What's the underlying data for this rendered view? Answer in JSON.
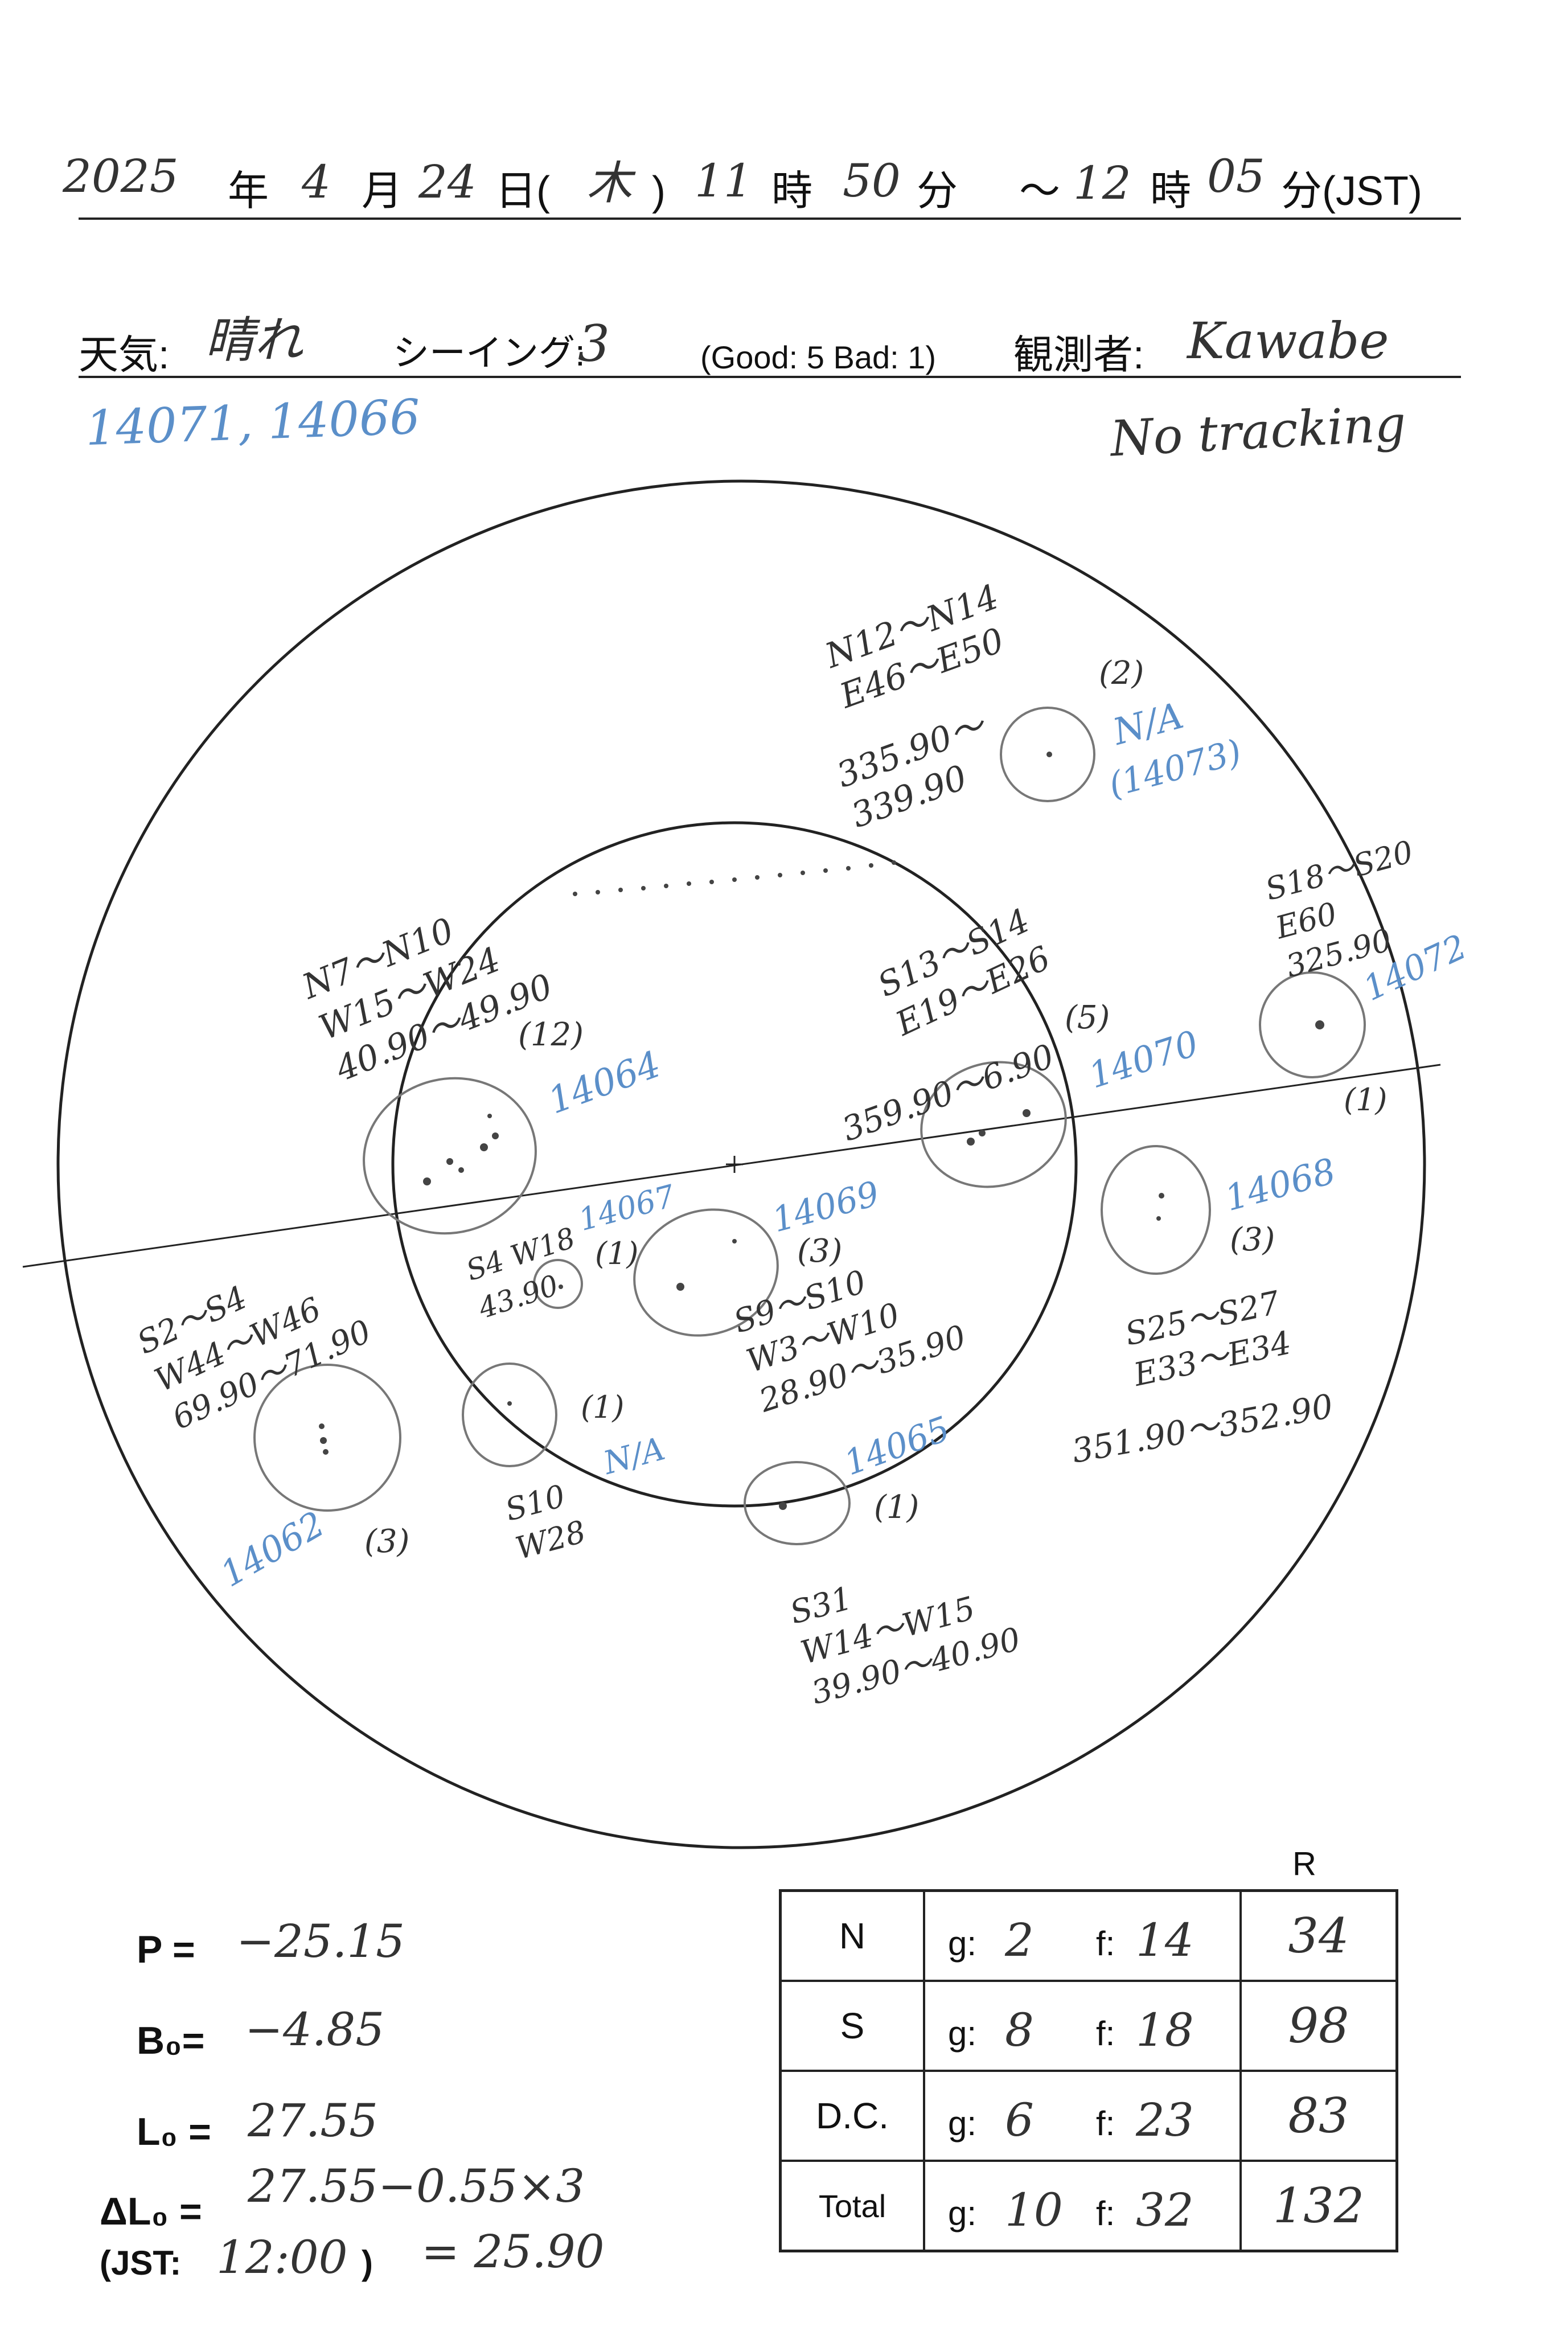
{
  "header": {
    "year": "2025",
    "year_unit": "年",
    "month": "4",
    "month_unit": "月",
    "day": "24",
    "day_unit": "日(",
    "weekday": "木",
    "paren_close": ")",
    "start_hour": "11",
    "hour_unit": "時",
    "start_min": "50",
    "min_unit": "分",
    "tilde": "～",
    "end_hour": "12",
    "end_hour_unit": "時",
    "end_min": "05",
    "end_suffix": "分(JST)"
  },
  "conditions": {
    "weather_label": "天気:",
    "weather_value": "晴れ",
    "seeing_label": "シーイング:",
    "seeing_value": "3",
    "scale_note": "(Good: 5  Bad: 1)",
    "observer_label": "観測者:",
    "observer_value": "Kawabe",
    "extra_regions": "14071, 14066",
    "tracking_note": "No tracking"
  },
  "groups": [
    {
      "lines": [
        "N12～N14",
        "E46～E50",
        "335.90～",
        "339.90"
      ],
      "count": "(2)",
      "region": "N/A",
      "region2": "(14073)"
    },
    {
      "lines": [
        "S18～S20",
        "E60",
        "325.90"
      ],
      "count": "(1)",
      "region": "14072"
    },
    {
      "lines": [
        "N7～N10",
        "W15～W24",
        "40.90～49.90"
      ],
      "count": "(12)",
      "region": "14064"
    },
    {
      "lines": [
        "S13～S14",
        "E19～E26",
        "359.90～6.90"
      ],
      "count": "(5)",
      "region": "14070"
    },
    {
      "lines": [
        "S4 W18",
        "43.90"
      ],
      "count": "(1)",
      "region": "14067"
    },
    {
      "lines": [
        "S9～S10",
        "W3～W10",
        "28.90～35.90"
      ],
      "count": "(3)",
      "region": "14069"
    },
    {
      "lines": [],
      "count": "(3)",
      "region": "14068"
    },
    {
      "lines": [
        "S25～S27",
        "E33～E34",
        "351.90～352.90"
      ]
    },
    {
      "lines": [
        "S2～S4",
        "W44～W46",
        "69.90～71.90"
      ],
      "count": "(3)",
      "region": "14062"
    },
    {
      "lines": [
        "S10",
        "W28"
      ],
      "count": "(1)",
      "region": "N/A"
    },
    {
      "lines": [
        "S31",
        "W14～W15",
        "39.90～40.90"
      ],
      "count": "(1)",
      "region": "14065"
    }
  ],
  "parameters": {
    "p_label": "P =",
    "p_value": "−25.15",
    "b0_label": "B₀=",
    "b0_value": "−4.85",
    "l0_label": "L₀ =",
    "l0_value": "27.55",
    "dl0_label": "ΔL₀ =",
    "dl0_expr": "27.55−0.55×3",
    "jst_label": "(JST:",
    "jst_value": "12:00",
    "jst_close": ")",
    "dl0_result": "= 25.90"
  },
  "summary": {
    "r_header": "R",
    "g_label": "g:",
    "f_label": "f:",
    "rows": [
      {
        "label": "N",
        "g": "2",
        "f": "14",
        "r": "34"
      },
      {
        "label": "S",
        "g": "8",
        "f": "18",
        "r": "98"
      },
      {
        "label": "D.C.",
        "g": "6",
        "f": "23",
        "r": "83"
      },
      {
        "label": "Total",
        "g": "10",
        "f": "32",
        "r": "132"
      }
    ]
  }
}
